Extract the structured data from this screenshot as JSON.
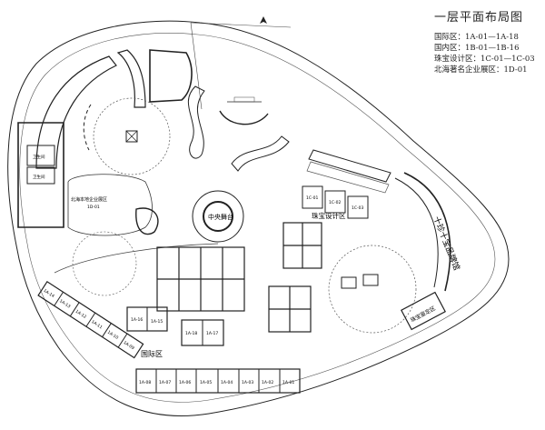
{
  "legend": {
    "title": "一层平面布局图",
    "items": [
      "国际区：1A-01—1A-18",
      "国内区：1B-01—1B-16",
      "珠宝设计区：1C-01—1C-03",
      "北海著名企业展区：1D-01"
    ]
  },
  "zones": {
    "central_stage": "中央舞台",
    "jewelry_design": "珠宝设计区",
    "beihai_enterprise": "北海本地企业展区",
    "beihai_enterprise_code": "1D-01",
    "international": "国际区",
    "treasure_hall": "十珍十宝品牌馆",
    "appraisal": "珠宝鉴定区",
    "toilet_1": "卫生间",
    "toilet_2": "卫生间"
  },
  "booths": {
    "bottom_row": [
      "1A-08",
      "1A-07",
      "1A-06",
      "1A-05",
      "1A-04",
      "1A-03",
      "1A-02",
      "1A-01"
    ],
    "left_strip": [
      "1A-14",
      "1A-13",
      "1A-12",
      "1A-11",
      "1A-10",
      "1A-09"
    ],
    "mid_left": [
      "1A-16",
      "1A-15"
    ],
    "mid_center": [
      "1A-18",
      "1A-17"
    ],
    "jewelry": [
      "1C-01",
      "1C-02",
      "1C-03"
    ]
  },
  "colors": {
    "line": "#222222",
    "soft": "#888888"
  }
}
